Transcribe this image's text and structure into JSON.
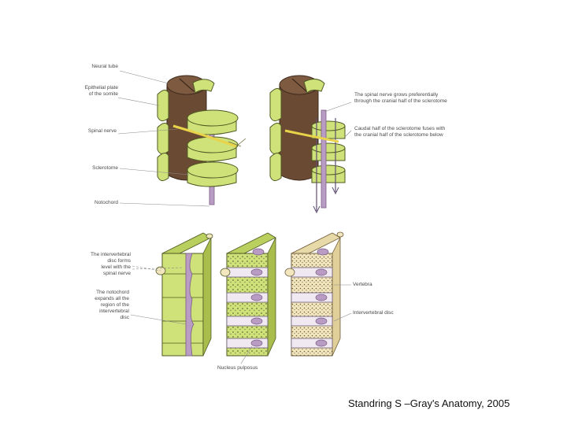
{
  "labels": {
    "neural_tube": "Neural tube",
    "epithelial_plate": "Epithelial plate\nof the somite",
    "spinal_nerve": "Spinal nerve",
    "sclerotome": "Sclerotome",
    "notochord": "Notochord",
    "nerve_grows": "The spinal nerve grows preferentially\nthrough the cranial half of the sclerotome",
    "caudal_half": "Caudal half of the sclerotome fuses with\nthe cranial half of the sclerotome below",
    "disc_forms": "The intervertebral\ndisc forms\nlevel with the\nspinal nerve",
    "notochord_expands": "The notochord\nexpands all the\nregion of the\nintervertebral\ndisc",
    "vertebra": "Vertebra",
    "intervertebral_disc": "Intervertebral disc",
    "nucleus_pulposus": "Nucleus pulposus"
  },
  "citation": "Standring S –Gray's Anatomy, 2005",
  "colors": {
    "sclerotome": "#cfe27a",
    "neural_tube": "#6b4a33",
    "notochord": "#b99cc4",
    "disc": "#f0e9f2",
    "bone": "#f2e6bf"
  }
}
